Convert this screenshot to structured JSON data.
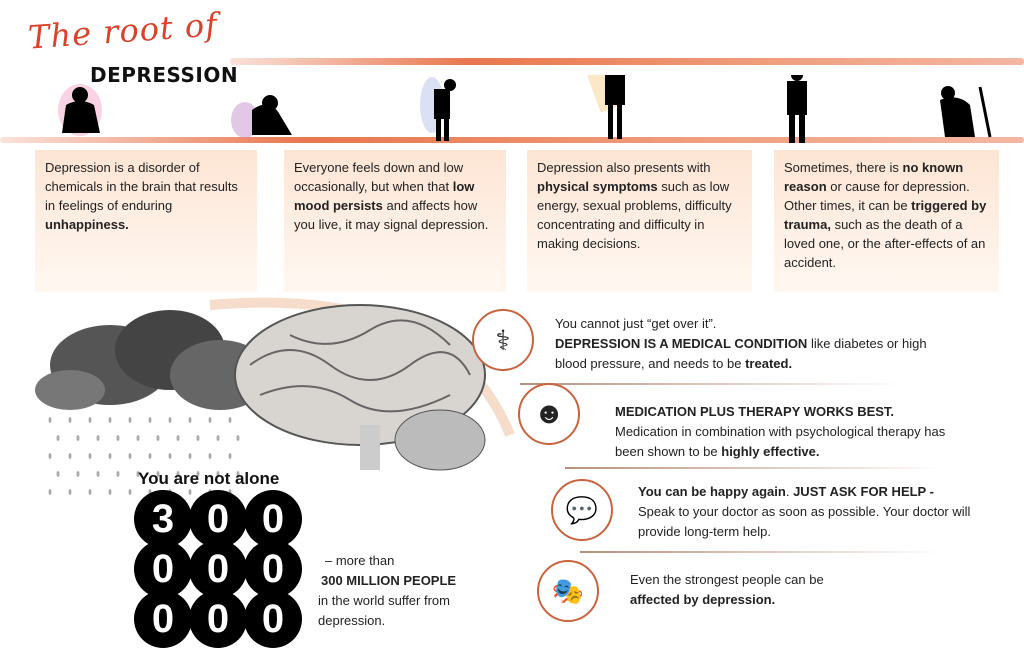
{
  "header": {
    "script": "The root of",
    "title": "DEPRESSION"
  },
  "columns": [
    {
      "parts": [
        "Depression is a disorder of chemicals in the brain that results in feelings of enduring ",
        "unhappiness.",
        ""
      ]
    },
    {
      "parts": [
        "Everyone feels down and low occasionally, but when that ",
        "low mood persists",
        " and affects how you live, it may signal depression."
      ]
    },
    {
      "parts": [
        "Depression also presents with ",
        "physical symptoms",
        " such as low energy, sexual problems, difficulty concentrating and difficulty in making decisions."
      ]
    },
    {
      "parts": [
        "Sometimes, there is ",
        "no known reason",
        " or cause for depression. Other times, it can be ",
        "triggered by trauma,",
        " such as the death of a loved one, or the after-effects of an accident."
      ]
    }
  ],
  "stat": {
    "heading": "You are not alone",
    "digits": [
      "3",
      "0",
      "0",
      "0",
      "0",
      "0",
      "0",
      "0",
      "0"
    ],
    "pre": "– more than",
    "bold": "300 MILLION PEOPLE",
    "post": "in the world suffer from depression."
  },
  "facts": [
    {
      "icon": "stethoscope-icon",
      "l1": "You cannot just “get over it”.",
      "b1": "DEPRESSION IS A MEDICAL CONDITION",
      "t1": " like diabetes or high blood pressure, and needs to be ",
      "b2": "treated."
    },
    {
      "icon": "head-icon",
      "b1": "MEDICATION PLUS THERAPY WORKS BEST.",
      "t1": "Medication in combination with psychological therapy has been shown to be ",
      "b2": "highly effective."
    },
    {
      "icon": "speech-bubbles-icon",
      "b1": "You can be happy again",
      "t0": ".  ",
      "b2": "JUST ASK FOR HELP -",
      "t1": "Speak to your doctor as soon as possible. Your doctor will provide long-term help."
    },
    {
      "icon": "theatre-masks-icon",
      "t1": "Even the strongest people can be ",
      "b1": "affected by depression."
    }
  ]
}
